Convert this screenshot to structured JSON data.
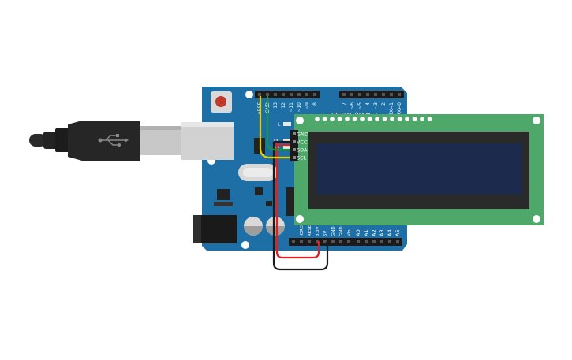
{
  "board": {
    "digital_header": [
      "AREF",
      "GND",
      "13",
      "12",
      "~11",
      "~10",
      "~9",
      "8",
      "7",
      "~6",
      "~5",
      "4",
      "~3",
      "2",
      "TX→1",
      "RX←0"
    ],
    "digital_label": "DIGITAL (PWM~)",
    "power_header": [
      "IOREF",
      "RESET",
      "3.3V",
      "5V",
      "GND",
      "GND",
      "Vin"
    ],
    "analog_header": [
      "A0",
      "A1",
      "A2",
      "A3",
      "A4",
      "A5"
    ],
    "led_l": "L",
    "led_tx": "TX",
    "led_rx": "RX"
  },
  "lcd": {
    "pins": [
      "GND",
      "VCC",
      "SDA",
      "SCL"
    ]
  },
  "colors": {
    "board": "#1d6fa5",
    "lcd_pcb": "#4ea86a",
    "lcd_screen": "#1c2a4e",
    "wire_5v": "#e01f1f",
    "wire_gnd": "#1b1b1b",
    "wire_sda": "#1a9b2c",
    "wire_scl": "#e8d000"
  },
  "icons": [
    "usb-icon"
  ]
}
